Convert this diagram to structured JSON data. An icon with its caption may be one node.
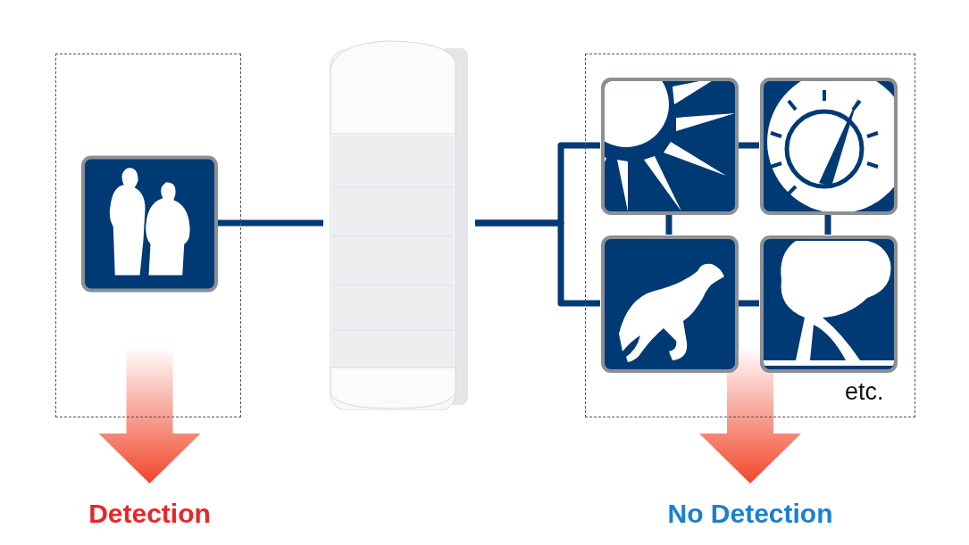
{
  "diagram": {
    "nodes": [
      {
        "text": [],
        "shape": "box"
      },
      {
        "text": [],
        "shape": "picture",
        "in": 0
      },
      {
        "text": [],
        "shape": "picture"
      },
      {
        "text": [],
        "shape": "box"
      },
      {
        "text": [],
        "shape": "picture",
        "in": 3
      },
      {
        "text": [],
        "shape": "picture",
        "in": 3
      },
      {
        "text": [],
        "shape": "picture",
        "in": 3
      },
      {
        "text": [],
        "shape": "picture",
        "in": 3
      },
      {
        "text": [
          "Detection"
        ]
      },
      {
        "text": [
          "No Detection"
        ]
      }
    ],
    "edges": [
      {
        "from": 1,
        "to": 2,
        "arrow": "none"
      },
      {
        "from": 2,
        "to": 4,
        "arrow": "none"
      },
      {
        "from": 2,
        "to": 6,
        "arrow": "none"
      },
      {
        "from": 4,
        "to": 5,
        "arrow": "none"
      },
      {
        "from": 4,
        "to": 6,
        "arrow": "none"
      },
      {
        "from": 5,
        "to": 7,
        "arrow": "none"
      },
      {
        "from": 6,
        "to": 7,
        "arrow": "none"
      },
      {
        "from": 0,
        "to": 8,
        "arrow": "to",
        "style": "thick",
        "color": "#f0462b"
      },
      {
        "from": 3,
        "to": 9,
        "arrow": "to",
        "style": "thick",
        "color": "#f0462b"
      }
    ],
    "labels": [
      "etc."
    ]
  }
}
